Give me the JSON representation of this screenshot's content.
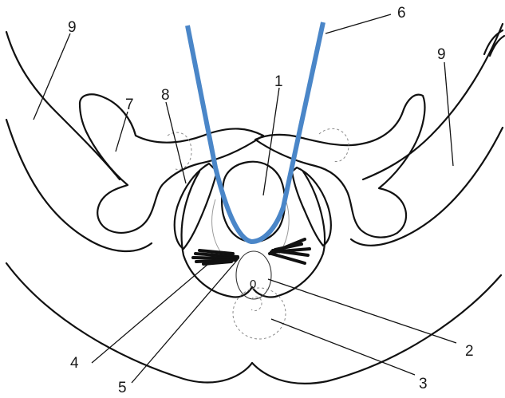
{
  "labels": {
    "l1": "1",
    "l2": "2",
    "l3": "3",
    "l4": "4",
    "l5": "5",
    "l6": "6",
    "l7": "7",
    "l8": "8",
    "l9_left": "9",
    "l9_right": "9",
    "small_mark": "0"
  },
  "colors": {
    "instrument": "#4a86c8",
    "outline": "#111111",
    "faint": "#9a9a9a"
  }
}
